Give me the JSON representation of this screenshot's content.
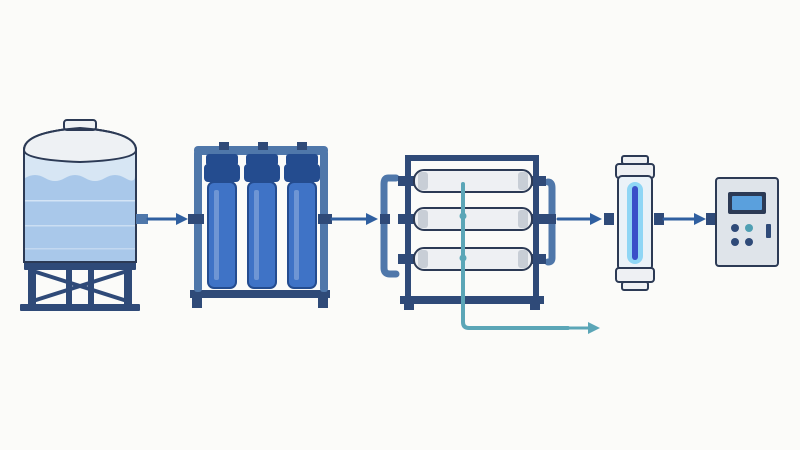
{
  "diagram": {
    "background": "#fbfbf9",
    "colors": {
      "outline": "#2c3a55",
      "frame": "#2f4a78",
      "pipe": "#4f77aa",
      "arrow": "#2f5fa0",
      "water": "#a9c8ea",
      "tank_body": "#d7e6f4",
      "tank_top": "#eef1f4",
      "filter_housing": "#3f73c6",
      "filter_cap": "#244c8f",
      "membrane": "#eef0f3",
      "membrane_band": "#c8ced6",
      "permeate_line": "#5ba6b7",
      "uv_glow": "#8fd6f5",
      "uv_core": "#3a4fc8",
      "panel": "#dfe4ea",
      "screen": "#5aa0dd",
      "button_dark": "#2f4a78",
      "button_teal": "#4f9fb3"
    },
    "stages": [
      {
        "name": "raw-water-storage-tank",
        "icon": "storage-tank-icon"
      },
      {
        "name": "multi-stage-cartridge-prefilters",
        "icon": "cartridge-filter-icon",
        "count": 3
      },
      {
        "name": "reverse-osmosis-membrane-rack",
        "icon": "ro-membrane-icon",
        "count": 3
      },
      {
        "name": "uv-sterilizer",
        "icon": "uv-lamp-icon"
      },
      {
        "name": "control-panel",
        "icon": "control-panel-icon"
      }
    ],
    "flow_arrows": 4,
    "permeate_outlet": {
      "icon": "outlet-arrow-icon"
    }
  }
}
